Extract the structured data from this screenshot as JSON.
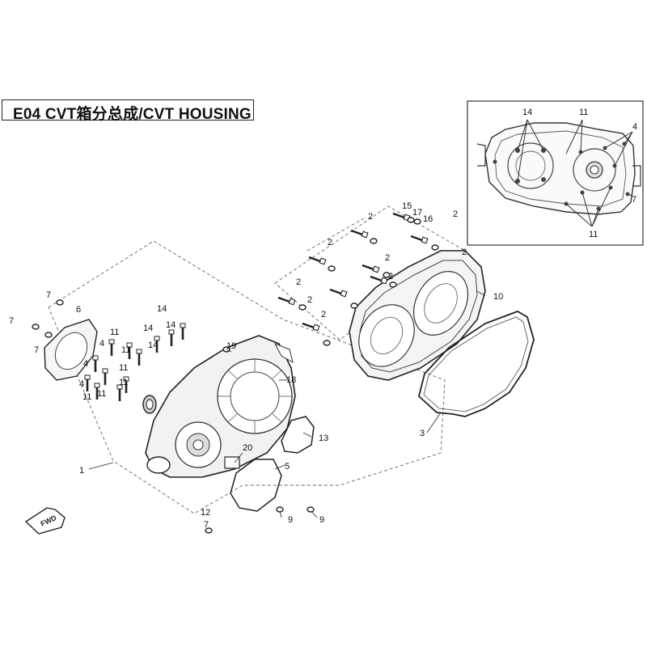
{
  "title": "E04 CVT箱分总成/CVT HOUSING",
  "fwd_label": "FWD",
  "inset_labels": {
    "l14": "14",
    "l11a": "11",
    "l4": "4",
    "l7": "7",
    "l11b": "11"
  },
  "callouts": {
    "c1": "1",
    "c2a": "2",
    "c2b": "2",
    "c2c": "2",
    "c2d": "2",
    "c2e": "2",
    "c2f": "2",
    "c2g": "2",
    "c2h": "2",
    "c2i": "2",
    "c3": "3",
    "c4a": "4",
    "c4b": "4",
    "c4c": "4",
    "c5": "5",
    "c6": "6",
    "c7a": "7",
    "c7b": "7",
    "c7c": "7",
    "c7d": "7",
    "c9a": "9",
    "c9b": "9",
    "c10": "10",
    "c11a": "11",
    "c11b": "11",
    "c11c": "11",
    "c11d": "11",
    "c11e": "11",
    "c11f": "11",
    "c12": "12",
    "c13": "13",
    "c14a": "14",
    "c14b": "14",
    "c14c": "14",
    "c14d": "14",
    "c15": "15",
    "c16": "16",
    "c17": "17",
    "c18": "18",
    "c19": "19",
    "c20": "20"
  }
}
